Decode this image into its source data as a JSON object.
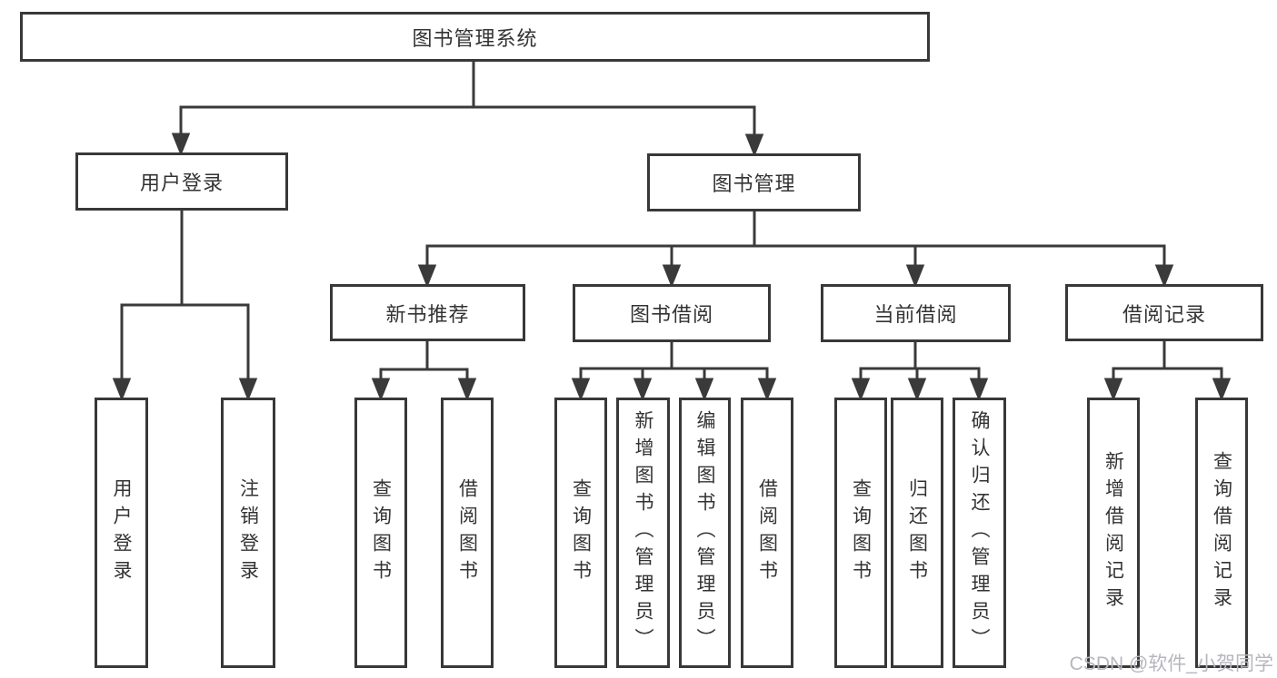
{
  "tree": {
    "label": "图书管理系统",
    "children": [
      {
        "label": "用户登录",
        "children": [
          {
            "label": "用户登录"
          },
          {
            "label": "注销登录"
          }
        ]
      },
      {
        "label": "图书管理",
        "children": [
          {
            "label": "新书推荐",
            "children": [
              {
                "label": "查询图书"
              },
              {
                "label": "借阅图书"
              }
            ]
          },
          {
            "label": "图书借阅",
            "children": [
              {
                "label": "查询图书"
              },
              {
                "label": "新增图书（管理员）"
              },
              {
                "label": "编辑图书（管理员）"
              },
              {
                "label": "借阅图书"
              }
            ]
          },
          {
            "label": "当前借阅",
            "children": [
              {
                "label": "查询图书"
              },
              {
                "label": "归还图书"
              },
              {
                "label": "确认归还（管理员）"
              }
            ]
          },
          {
            "label": "借阅记录",
            "children": [
              {
                "label": "新增借阅记录"
              },
              {
                "label": "查询借阅记录"
              }
            ]
          }
        ]
      }
    ]
  },
  "watermark": {
    "text": "CSDN @软件_小贺同学"
  },
  "colors": {
    "background": "#ffffff",
    "box_border": "#383838",
    "connector_line": "#3a3a3a",
    "text": "#333333",
    "watermark": "#b6b6bd"
  }
}
